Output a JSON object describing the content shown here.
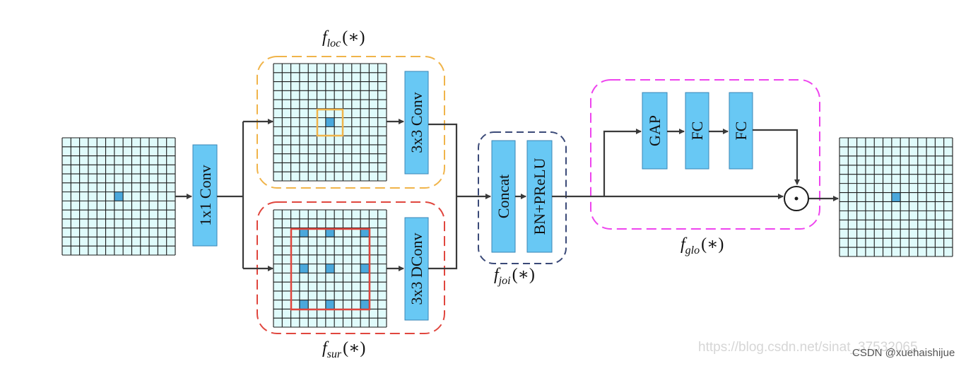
{
  "colors": {
    "grid_fill": "#e0fbfb",
    "grid_line": "#1b1b1b",
    "block_fill": "#68c8f4",
    "block_stroke": "#3a86b6",
    "highlight_cell": "#4aa8dc",
    "loc_box": "#f0b44a",
    "sur_box": "#e0463e",
    "joi_box": "#3b4a78",
    "glo_box": "#ee44ee",
    "arrow": "#3a3a3a"
  },
  "blocks": {
    "conv1x1": "1x1 Conv",
    "conv3x3": "3x3 Conv",
    "dconv3x3": "3x3 DConv",
    "concat": "Concat",
    "bnprelu": "BN+PReLU",
    "gap": "GAP",
    "fc1": "FC",
    "fc2": "FC"
  },
  "functions": {
    "loc": {
      "f": "f",
      "sub": "loc",
      "arg": "(∗)"
    },
    "sur": {
      "f": "f",
      "sub": "sur",
      "arg": "(∗)"
    },
    "joi": {
      "f": "f",
      "sub": "joi",
      "arg": "(∗)"
    },
    "glo": {
      "f": "f",
      "sub": "glo",
      "arg": "(∗)"
    }
  },
  "operator": "⊙",
  "watermark": {
    "url": "https://blog.csdn.net/sinat_37532065",
    "credit": "CSDN @xuehaishijue"
  }
}
